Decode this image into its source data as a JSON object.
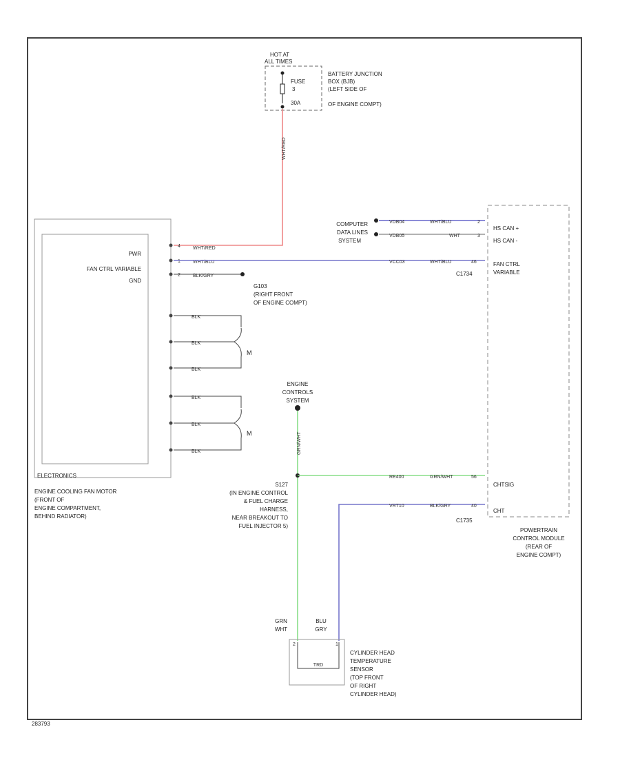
{
  "fuse_block": {
    "hot_at_line1": "HOT AT",
    "hot_at_line2": "ALL TIMES",
    "fuse_label": "FUSE",
    "fuse_number": "3",
    "fuse_rating": "30A",
    "location": [
      "BATTERY JUNCTION",
      "BOX (BJB)",
      "(LEFT SIDE OF",
      "OF ENGINE COMPT)"
    ],
    "wire_down_label": "WHT/RED"
  },
  "fan_motor": {
    "pin_pwr_label": "PWR",
    "pin_ctrl_label": "FAN CTRL VARIABLE",
    "pin_gnd_label": "GND",
    "module_tag": "ELECTRONICS",
    "location": [
      "ENGINE COOLING FAN MOTOR",
      "(FRONT OF",
      "ENGINE COMPARTMENT,",
      "BEHIND RADIATOR)"
    ],
    "pins": [
      "4",
      "1",
      "2"
    ],
    "wire_pwr": "WHT/RED",
    "wire_ctrl": "WHT/BLU",
    "wire_gnd": "BLK/GRY",
    "ground": [
      "G103",
      "(RIGHT FRONT",
      "OF ENGINE COMPT)"
    ],
    "motor_group_1_wires": [
      "BLK",
      "BLK",
      "BLK"
    ],
    "motor_group_2_wires": [
      "BLK",
      "BLK",
      "BLK"
    ],
    "motor_1_label": "M",
    "motor_2_label": "M"
  },
  "data_links": {
    "label": [
      "COMPUTER",
      "DATA LINES",
      "SYSTEM"
    ],
    "row1_circuit": "VDB04",
    "row1_wire": "WHT/BLU",
    "row1_pin": "2",
    "row2_circuit": "VDB05",
    "row2_wire": "WHT",
    "row2_pin": "3"
  },
  "fan_ctrl_row": {
    "circuit": "VCC03",
    "wire": "WHT/BLU",
    "pin": "46",
    "connector": "C1734"
  },
  "pcm": {
    "hs_can_pos": "HS CAN +",
    "hs_can_neg": "HS CAN -",
    "fan_ctrl": [
      "FAN CTRL",
      "VARIABLE"
    ],
    "chtsig": "CHTSIG",
    "chtrtn": "CHT",
    "location": [
      "POWERTRAIN",
      "CONTROL MODULE",
      "(REAR OF",
      "ENGINE COMPT)"
    ]
  },
  "engine_controls": {
    "label": [
      "ENGINE",
      "CONTROLS",
      "SYSTEM"
    ],
    "vertical_wire": "GRN/WHT",
    "splice_label": [
      "S127",
      "(IN ENGINE CONTROL",
      "& FUEL CHARGE",
      "HARNESS,",
      "NEAR BREAKOUT TO",
      "FUEL INJECTOR 5)"
    ],
    "row_circuit": "RE400",
    "row_wire": "GRN/WHT",
    "row_pin": "56"
  },
  "cht_row": {
    "circuit": "VRT10",
    "wire": "BLK/GRY",
    "pin": "40",
    "connector": "C1735"
  },
  "sensor": {
    "wire_left": [
      "GRN",
      "WHT"
    ],
    "wire_right": [
      "BLU",
      "GRY"
    ],
    "pin_left": "2",
    "pin_right": "1",
    "element": "TRD",
    "location": [
      "CYLINDER HEAD",
      "TEMPERATURE",
      "SENSOR",
      "(TOP FRONT",
      "OF RIGHT",
      "CYLINDER HEAD)"
    ]
  },
  "footer_code": "283793"
}
